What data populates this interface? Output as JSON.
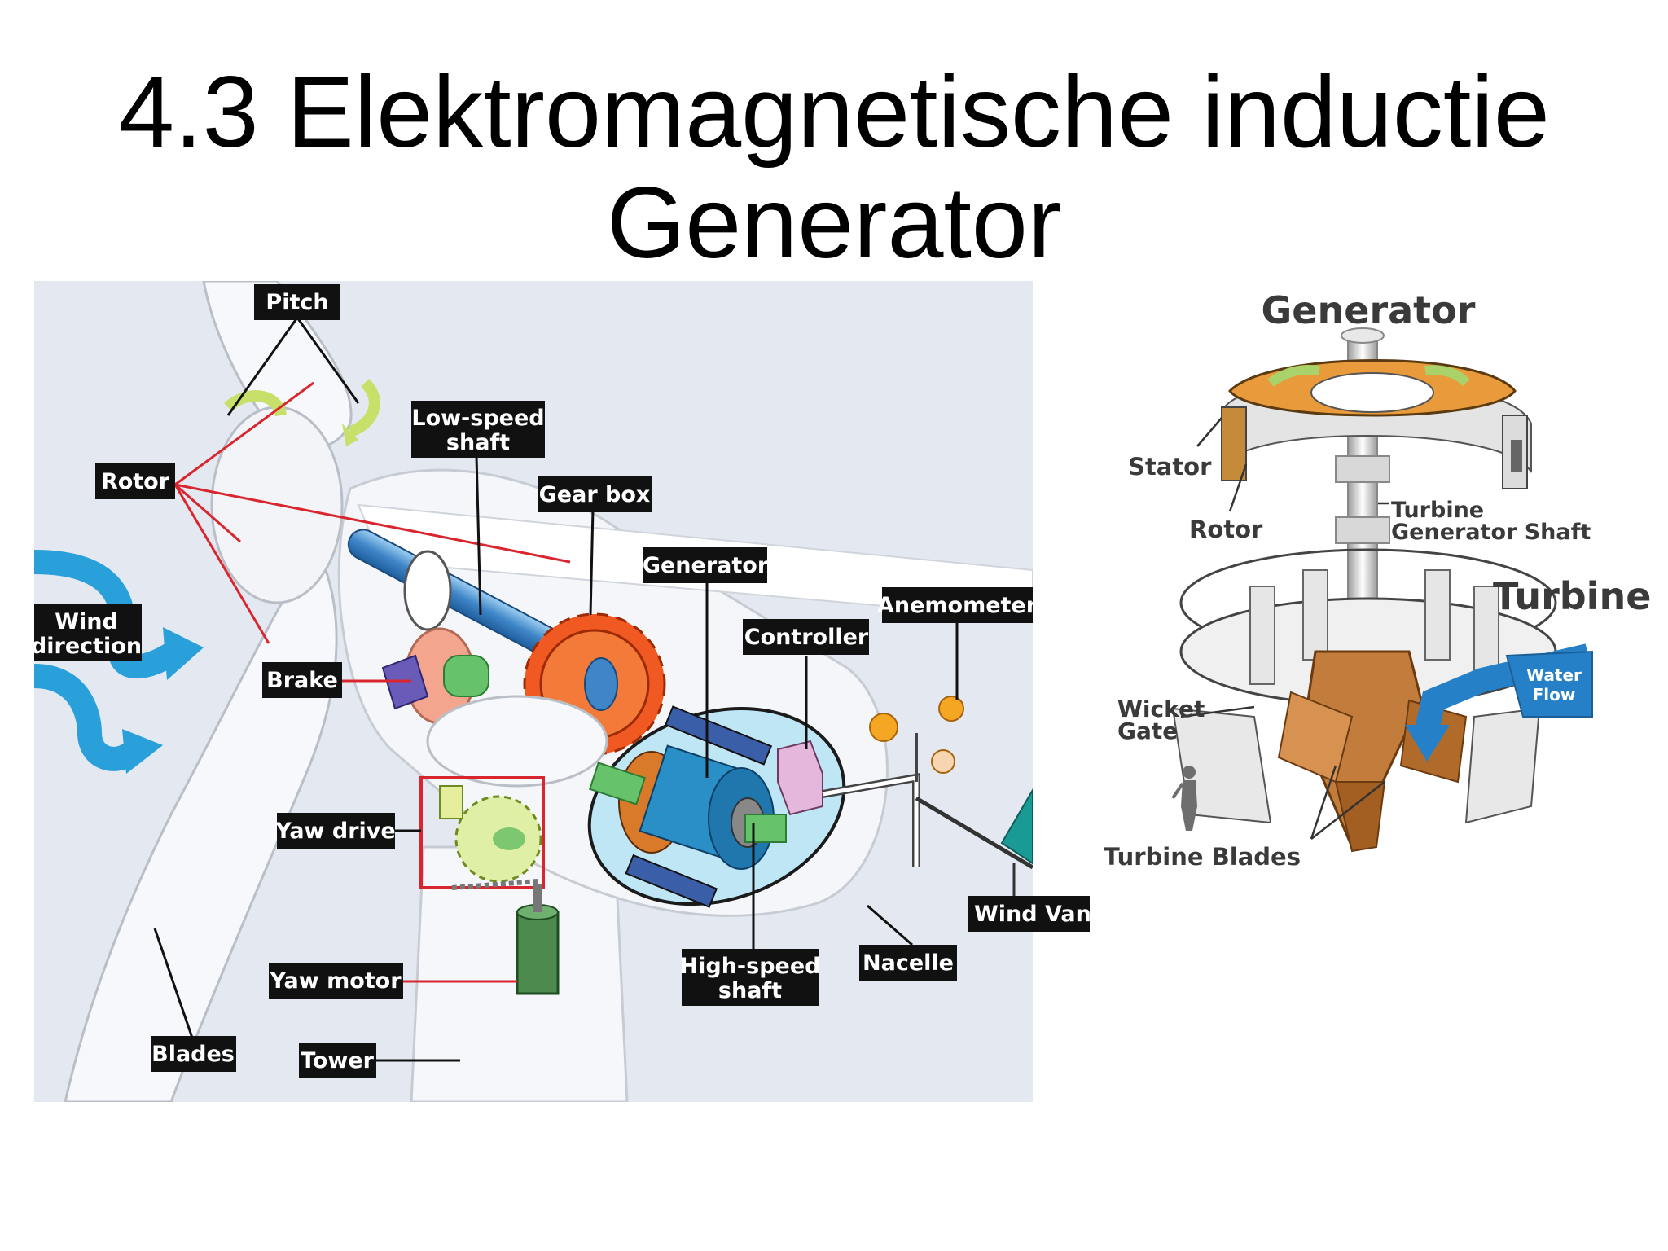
{
  "title": {
    "line1": "4.3 Elektromagnetische inductie",
    "line2": "Generator"
  },
  "wind_turbine": {
    "labels": {
      "pitch": "Pitch",
      "rotor": "Rotor",
      "low_speed_shaft_1": "Low-speed",
      "low_speed_shaft_2": "shaft",
      "gear_box": "Gear box",
      "generator": "Generator",
      "anemometer": "Anemometer",
      "controller": "Controller",
      "wind_direction_1": "Wind",
      "wind_direction_2": "direction",
      "brake": "Brake",
      "yaw_drive": "Yaw drive",
      "wind_vane": "Wind Vane",
      "high_speed_shaft_1": "High-speed",
      "high_speed_shaft_2": "shaft",
      "nacelle": "Nacelle",
      "yaw_motor": "Yaw motor",
      "blades": "Blades",
      "tower": "Tower"
    },
    "colors": {
      "background": "#e4e9f1",
      "leader_red": "#d9262e",
      "shaft_blue": "#3f86c8",
      "gear_orange": "#f05a22",
      "generator_blue": "#2a8fc6",
      "wind_arrow": "#2aa0db"
    }
  },
  "hydro_turbine": {
    "labels": {
      "generator": "Generator",
      "stator": "Stator",
      "rotor": "Rotor",
      "shaft_1": "Turbine",
      "shaft_2": "Generator Shaft",
      "turbine": "Turbine",
      "wicket_1": "Wicket",
      "wicket_2": "Gate",
      "water_1": "Water",
      "water_2": "Flow",
      "turbine_blades": "Turbine Blades"
    },
    "colors": {
      "blade_brown": "#c27c3c",
      "water_blue": "#2580c8",
      "stator_orange": "#e99a3a"
    }
  }
}
